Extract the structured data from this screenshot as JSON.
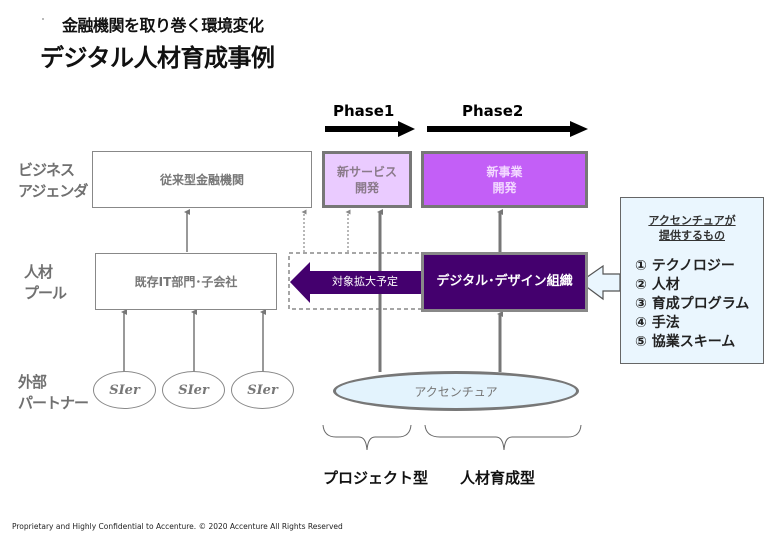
{
  "header": {
    "subtitle": "金融機関を取り巻く環境変化",
    "title": "デジタル人材育成事例"
  },
  "row_labels": {
    "business_agenda": [
      "ビジネス",
      "アジェンダ"
    ],
    "talent_pool": [
      "人材",
      "プール"
    ],
    "external_partner": [
      "外部",
      "パートナー"
    ]
  },
  "phases": [
    {
      "label": "Phase1"
    },
    {
      "label": "Phase2"
    }
  ],
  "boxes": {
    "traditional_bank": "従来型金融機関",
    "new_service": [
      "新サービス",
      "開発"
    ],
    "new_business": [
      "新事業",
      "開発"
    ],
    "existing_it": "既存IT部門･子会社",
    "digital_design_org": "デジタル･デザイン組織",
    "expansion_arrow": "対象拡大予定"
  },
  "partners": [
    "SIer",
    "SIer",
    "SIer"
  ],
  "accenture": "アクセンチュア",
  "provides_panel": {
    "heading": [
      "アクセンチュアが",
      "提供するもの"
    ],
    "items": [
      "① テクノロジー",
      "② 人材",
      "③ 育成プログラム",
      "④ 手法",
      "⑤ 協業スキーム"
    ]
  },
  "bottom_labels": {
    "project_type": "プロジェクト型",
    "talent_dev_type": "人材育成型"
  },
  "footer": "Proprietary and Highly Confidential to Accenture.   © 2020 Accenture All Rights Reserved",
  "colors": {
    "light_purple": "#eacbff",
    "mid_purple": "#c35ff7",
    "dark_purple": "#44006e",
    "light_blue": "#e3f3fd"
  }
}
